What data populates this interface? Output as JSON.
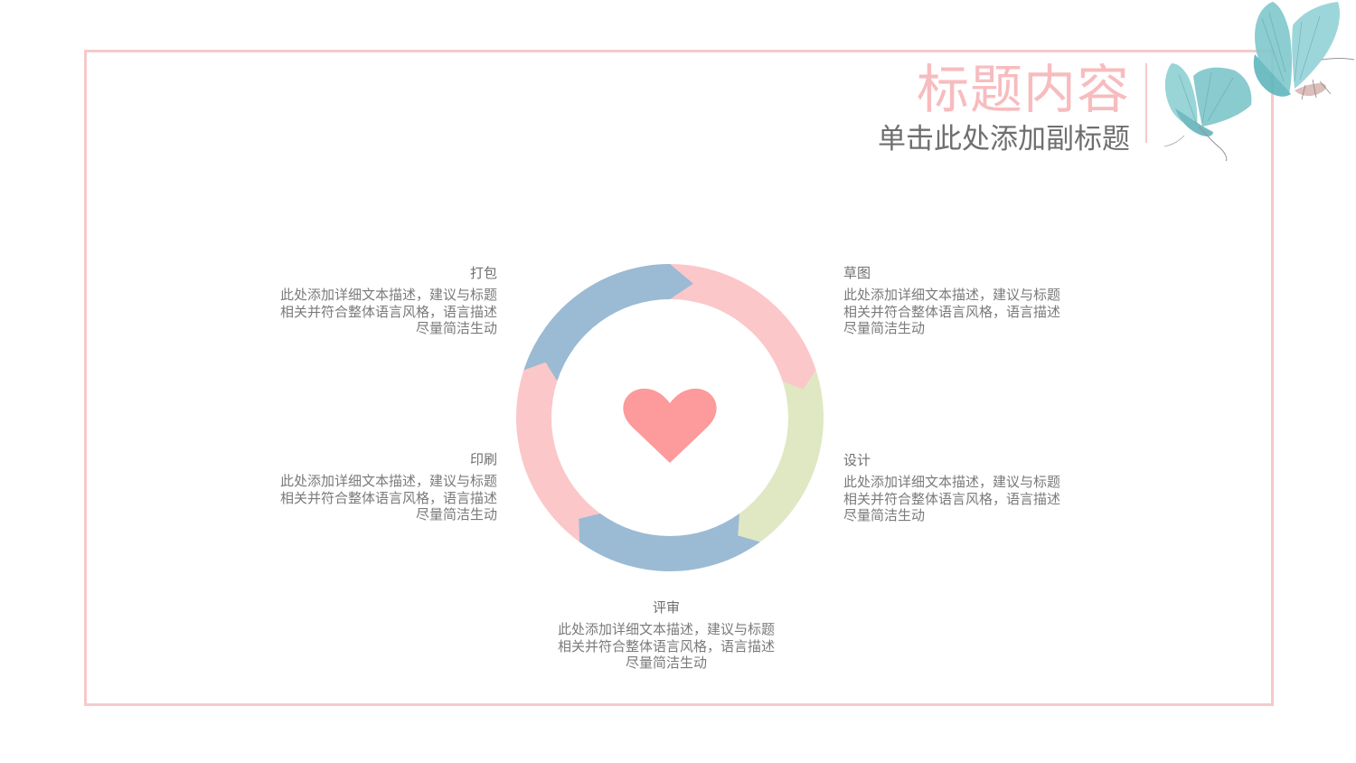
{
  "header": {
    "title": "标题内容",
    "subtitle": "单击此处添加副标题"
  },
  "diagram": {
    "center_icon": "heart-icon",
    "colors": {
      "blue": "#9bbad4",
      "pink": "#fcc7c9",
      "green": "#dfe8c2",
      "heart": "#fd9a9b",
      "frame": "#f6c9cb",
      "title": "#f7bcbf"
    },
    "items": [
      {
        "label": "打包",
        "desc": "此处添加详细文本描述，建议与标题相关并符合整体语言风格，语言描述尽量简洁生动"
      },
      {
        "label": "印刷",
        "desc": "此处添加详细文本描述，建议与标题相关并符合整体语言风格，语言描述尽量简洁生动"
      },
      {
        "label": "草图",
        "desc": "此处添加详细文本描述，建议与标题相关并符合整体语言风格，语言描述尽量简洁生动"
      },
      {
        "label": "设计",
        "desc": "此处添加详细文本描述，建议与标题相关并符合整体语言风格，语言描述尽量简洁生动"
      },
      {
        "label": "评审",
        "desc": "此处添加详细文本描述，建议与标题相关并符合整体语言风格，语言描述尽量简洁生动"
      }
    ]
  },
  "decorations": {
    "butterflies_icon": "butterflies-icon"
  }
}
